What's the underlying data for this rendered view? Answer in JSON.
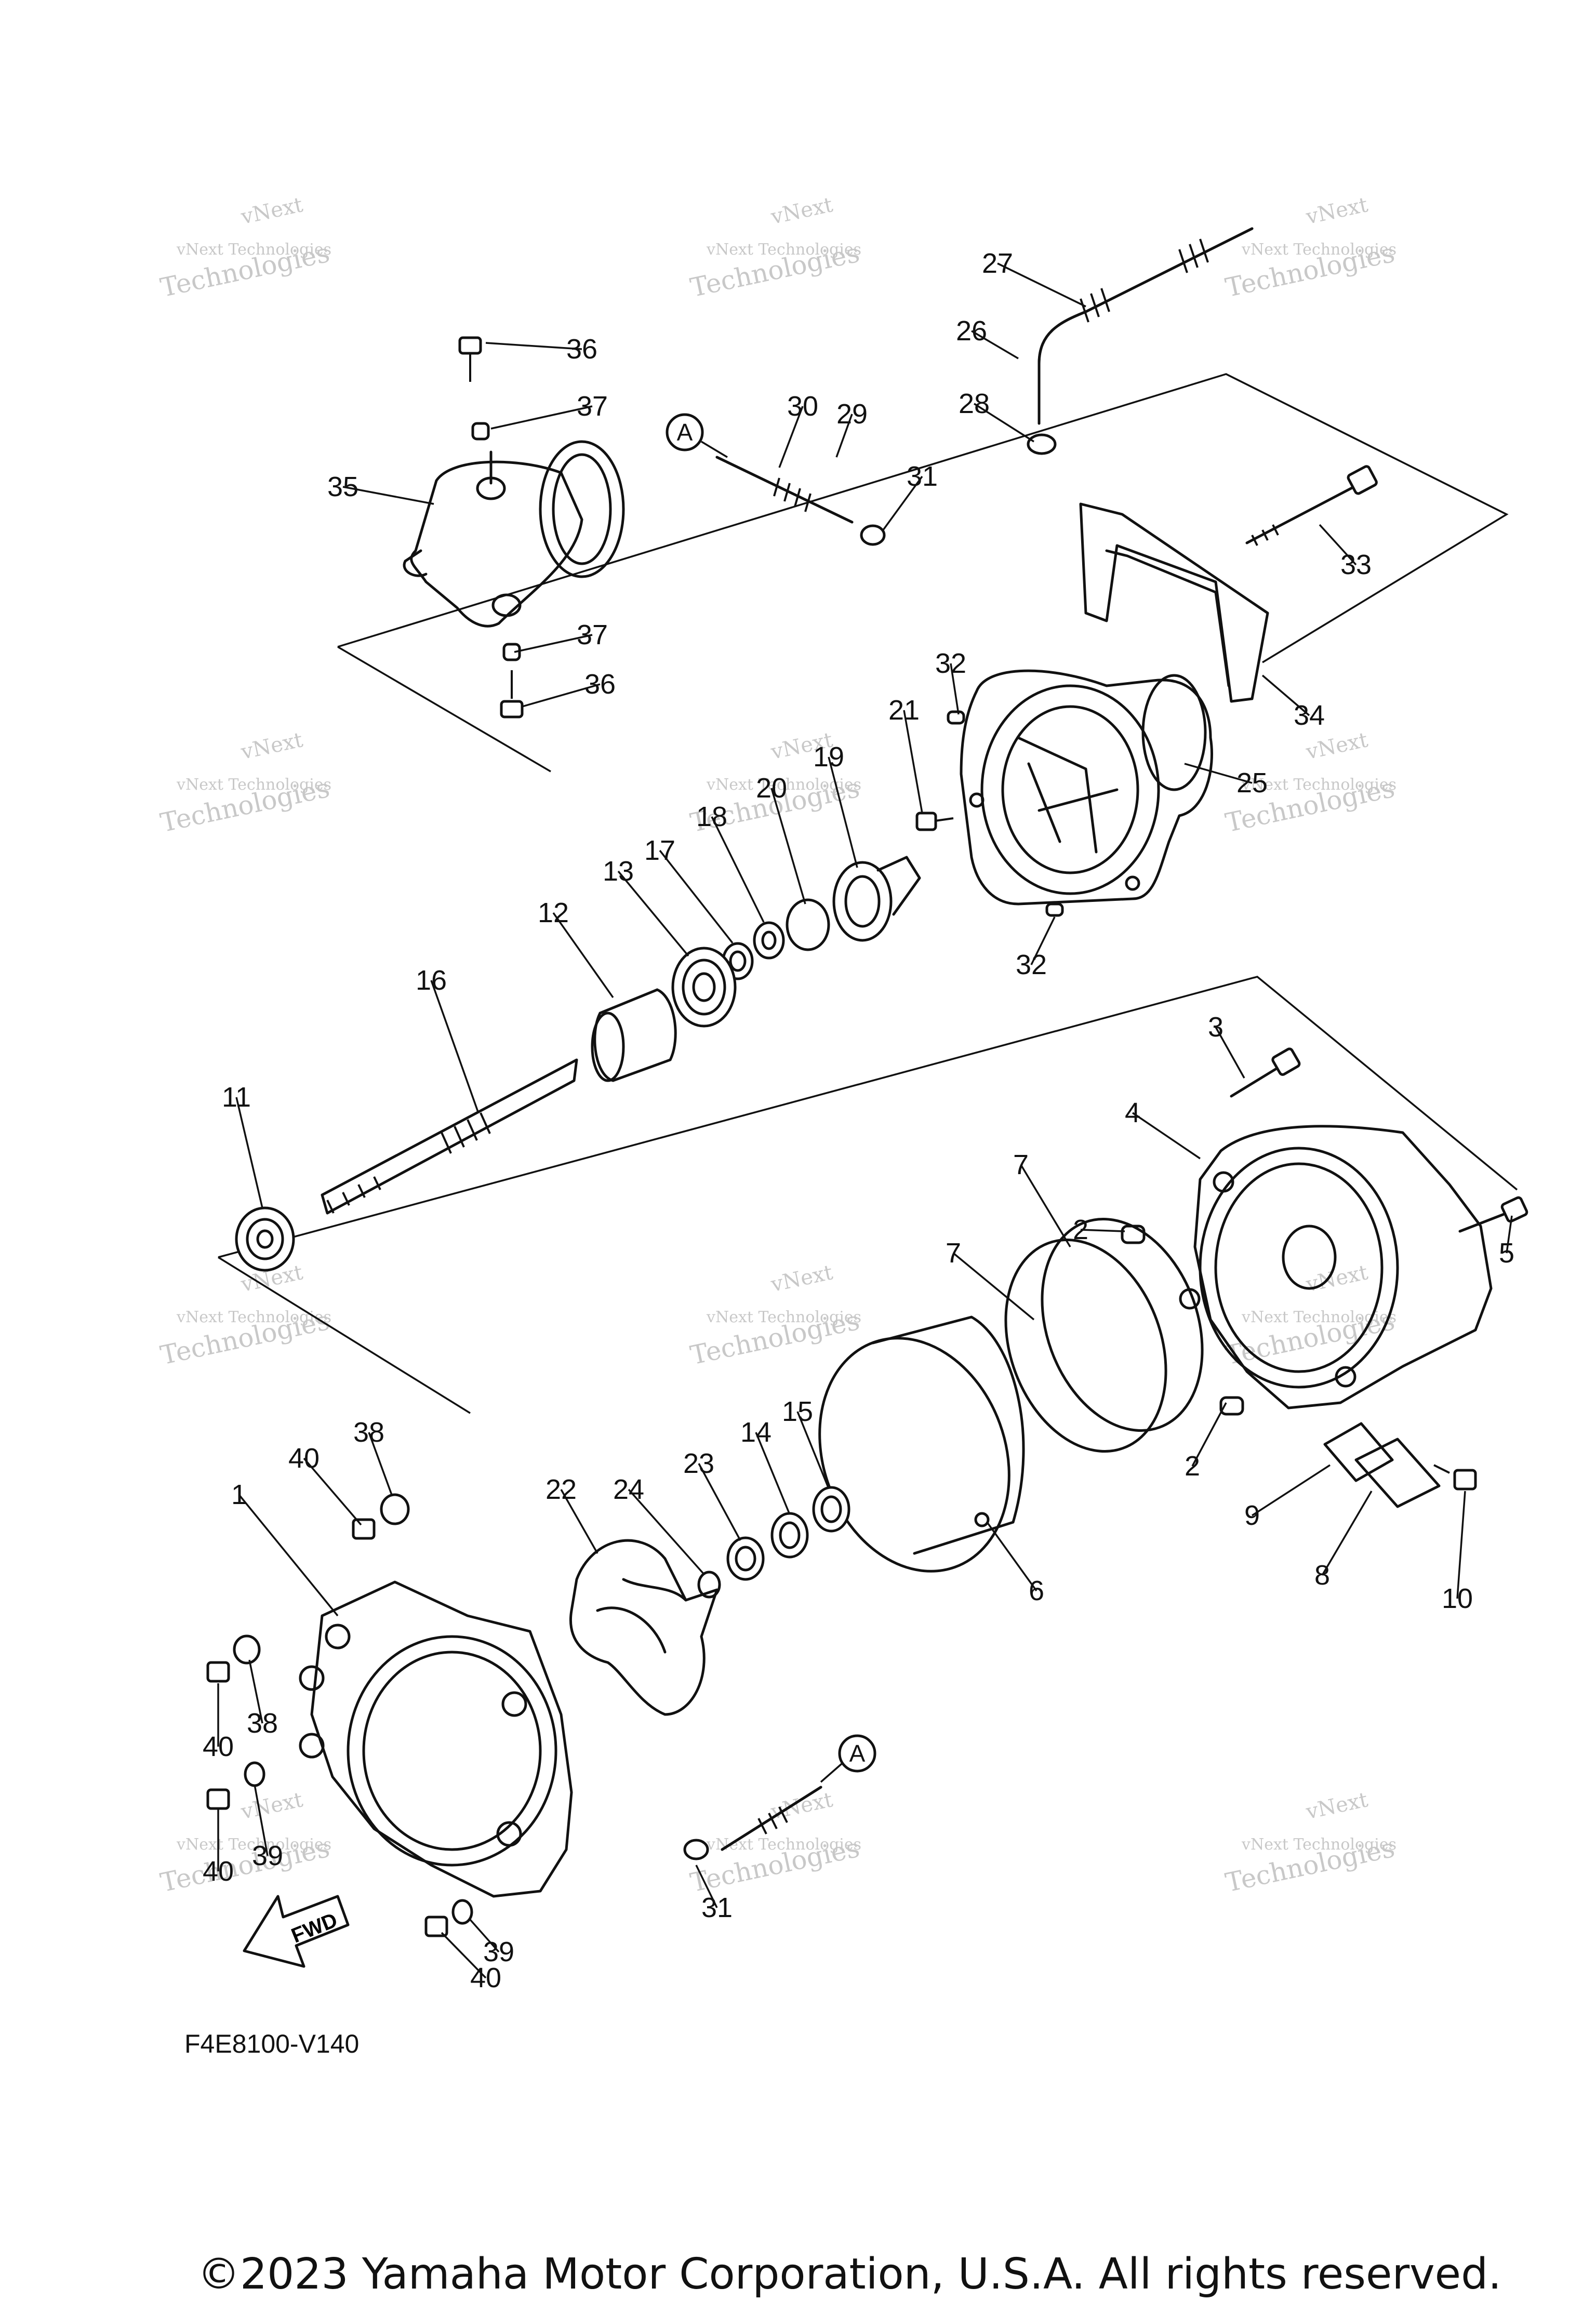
{
  "diagram": {
    "code": "F4E8100-V140",
    "copyright": "©2023 Yamaha Motor Corporation, U.S.A. All rights reserved.",
    "fwd_label": "FWD",
    "reference_letter": "A",
    "watermark_line1": "vNext Technologies",
    "watermark_line2": "vNext",
    "watermark_line3": "Technologies"
  },
  "callouts": [
    "1",
    "2",
    "2",
    "3",
    "4",
    "5",
    "6",
    "7",
    "7",
    "8",
    "9",
    "10",
    "11",
    "12",
    "13",
    "14",
    "15",
    "16",
    "17",
    "18",
    "19",
    "20",
    "21",
    "22",
    "23",
    "24",
    "25",
    "26",
    "27",
    "28",
    "29",
    "30",
    "31",
    "31",
    "32",
    "32",
    "33",
    "34",
    "35",
    "36",
    "36",
    "37",
    "37",
    "38",
    "38",
    "39",
    "39",
    "40",
    "40",
    "40",
    "40"
  ]
}
